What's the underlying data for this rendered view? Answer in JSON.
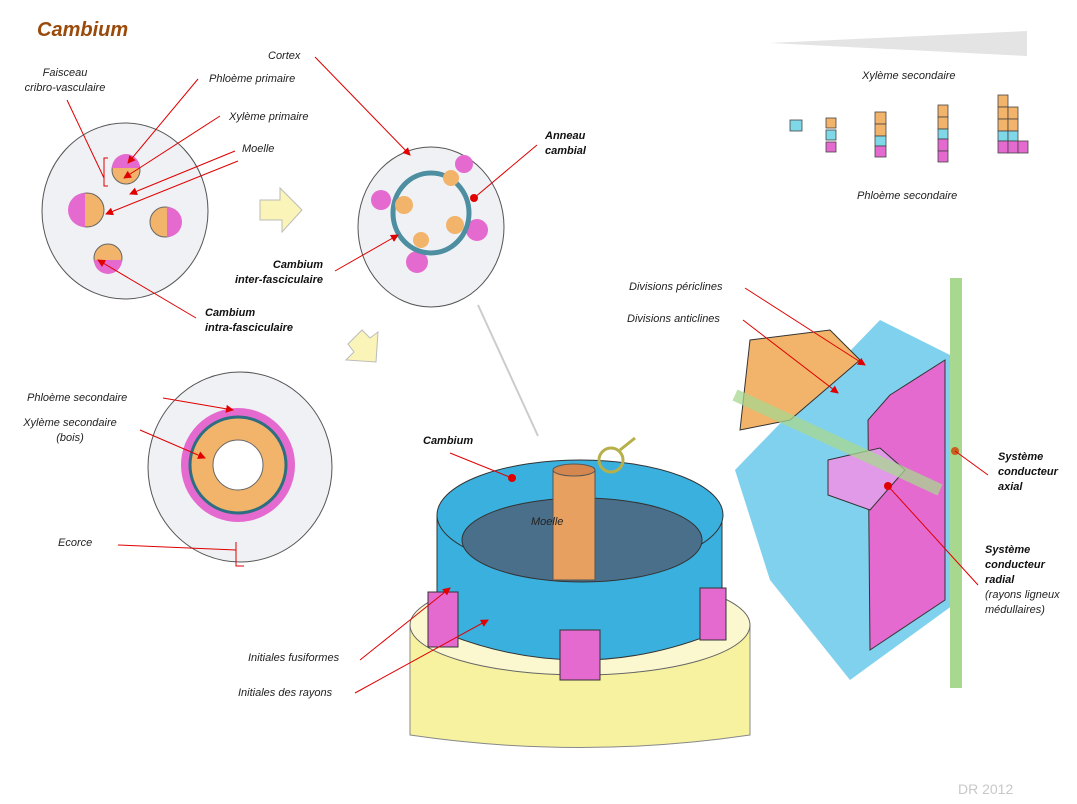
{
  "title": "Cambium",
  "credit": "DR 2012",
  "colors": {
    "title": "#9a4a0a",
    "arrow": "#e00000",
    "phloem": "#e46ad0",
    "xylem": "#f2b36a",
    "cambium": "#3ab0de"
  },
  "labels": {
    "cortex": "Cortex",
    "faisceau_1": "Faisceau",
    "faisceau_2": "cribro-vasculaire",
    "phloeme_primaire": "Phloème primaire",
    "xyleme_primaire": "Xylème primaire",
    "moelle_top": "Moelle",
    "anneau_1": "Anneau",
    "anneau_2": "cambial",
    "inter_1": "Cambium",
    "inter_2": "inter-fasciculaire",
    "intra_1": "Cambium",
    "intra_2": "intra-fasciculaire",
    "xyleme_secondaire_top": "Xylème secondaire",
    "phloeme_secondaire_top": "Phloème secondaire",
    "div_periclines": "Divisions périclines",
    "div_anticlines": "Divisions anticlines",
    "phloeme_secondaire_left": "Phloème secondaire",
    "xyleme_secondaire_left_1": "Xylème secondaire",
    "xyleme_secondaire_left_2": "(bois)",
    "ecorce": "Ecorce",
    "cambium_3d": "Cambium",
    "moelle_3d": "Moelle",
    "axial_1": "Système",
    "axial_2": "conducteur",
    "axial_3": "axial",
    "radial_1": "Système",
    "radial_2": "conducteur",
    "radial_3": "radial",
    "radial_4": "(rayons ligneux",
    "radial_5": "médullaires)",
    "initiales_fusiformes": "Initiales fusiformes",
    "initiales_rayons": "Initiales des rayons"
  }
}
